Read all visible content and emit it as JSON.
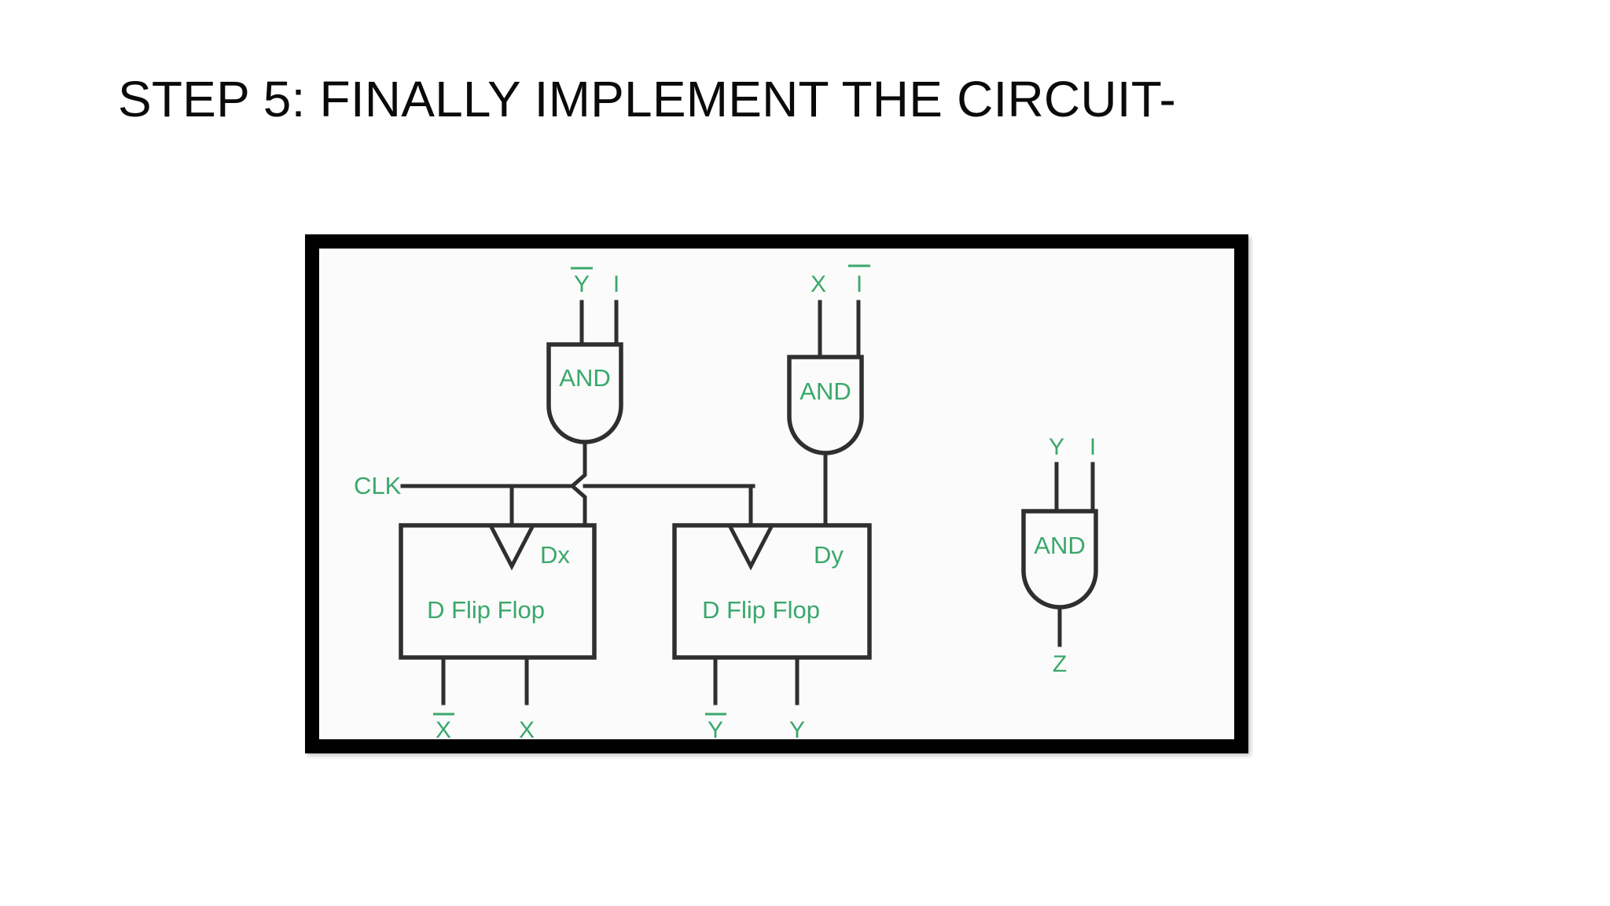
{
  "slide": {
    "title": "STEP 5: FINALLY IMPLEMENT THE CIRCUIT-",
    "background_color": "#ffffff",
    "title_color": "#0a0a0a"
  },
  "diagram": {
    "frame_color": "#000000",
    "wire_color": "#2f2f2f",
    "label_color": "#3aa86b",
    "clk_label": "CLK",
    "gates": [
      {
        "id": "and-gate-dx",
        "label": "AND",
        "inputs": [
          "Y",
          "I"
        ],
        "input_overbars": [
          true,
          false
        ],
        "output": "Dx"
      },
      {
        "id": "and-gate-dy",
        "label": "AND",
        "inputs": [
          "X",
          "I"
        ],
        "input_overbars": [
          false,
          true
        ],
        "output": "Dy"
      },
      {
        "id": "and-gate-z",
        "label": "AND",
        "inputs": [
          "Y",
          "I"
        ],
        "input_overbars": [
          false,
          false
        ],
        "output": "Z"
      }
    ],
    "flipflops": [
      {
        "id": "d-flip-flop-x",
        "label": "D  Flip Flop",
        "input_label": "Dx",
        "outputs": [
          "X",
          "X"
        ],
        "output_overbars": [
          true,
          false
        ]
      },
      {
        "id": "d-flip-flop-y",
        "label": "D Flip Flop",
        "input_label": "Dy",
        "outputs": [
          "Y",
          "Y"
        ],
        "output_overbars": [
          true,
          false
        ]
      }
    ],
    "signal_labels": {
      "gate1_in1": "Y",
      "gate1_in2": "I",
      "gate2_in1": "X",
      "gate2_in2": "I",
      "gate3_in1": "Y",
      "gate3_in2": "I",
      "gate3_out": "Z",
      "ff1_in": "Dx",
      "ff2_in": "Dy",
      "ff1_out1": "X",
      "ff1_out2": "X",
      "ff2_out1": "Y",
      "ff2_out2": "Y",
      "ff1_name": "D  Flip Flop",
      "ff2_name": "D Flip Flop",
      "and1": "AND",
      "and2": "AND",
      "and3": "AND",
      "clk": "CLK"
    }
  }
}
